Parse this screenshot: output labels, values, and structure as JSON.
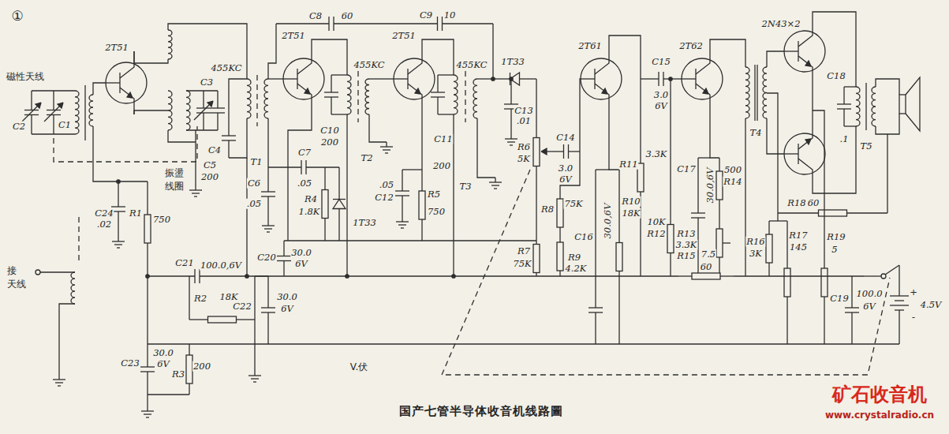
{
  "diagram": {
    "caption": "国产七管半导体收音机线路圖",
    "labels": [
      "①",
      "磁性天线",
      "C2",
      "C1",
      "2T51",
      "455KC",
      "C3",
      "C4",
      "C5",
      "200",
      "振盪 线圈",
      "C24",
      ".02",
      "R1",
      "750",
      "接 天线",
      "C8",
      "60",
      "C9",
      "10",
      "2T51",
      "455KC",
      "2T51",
      "455KC",
      "1T33",
      "C10",
      "200",
      "C11",
      "200",
      "T1",
      "C6",
      ".05",
      "C7",
      ".05",
      "R4",
      "1.8K",
      "1T33",
      "T2",
      "T3",
      "C12",
      ".05",
      "R5",
      "750",
      "C13",
      ".01",
      "R6",
      "5K",
      "C14",
      "3.0",
      "6V",
      "2T61",
      "C15",
      "3.0",
      "6V",
      "2T62",
      "2N43×2",
      "R11",
      "3.3K",
      "R10",
      "18K",
      "C16",
      "30.0,6V",
      "R8",
      "75K",
      "R7",
      "75K",
      "R9",
      "4.2K",
      "R12",
      "10K",
      "R13",
      "3.3K",
      "R15",
      "7.5",
      "60",
      "C17",
      "30.0,6V",
      "R14",
      "500",
      "T4",
      "R18",
      "60",
      "R16",
      "3K",
      "R17",
      "145",
      "R19",
      "5",
      "C18",
      ".1",
      "T5",
      "C19",
      "100.0",
      "6V",
      "+",
      "4.5V",
      "-",
      "C20",
      "30.0",
      "6V",
      "C21",
      "100.0,6V",
      "R2",
      "18K",
      "C22",
      "30.0",
      "6V",
      "C23",
      "30.0",
      "6V",
      "R3",
      "200",
      "V.伏",
      "矿石收音机",
      "www.crystalradio.cn"
    ]
  }
}
